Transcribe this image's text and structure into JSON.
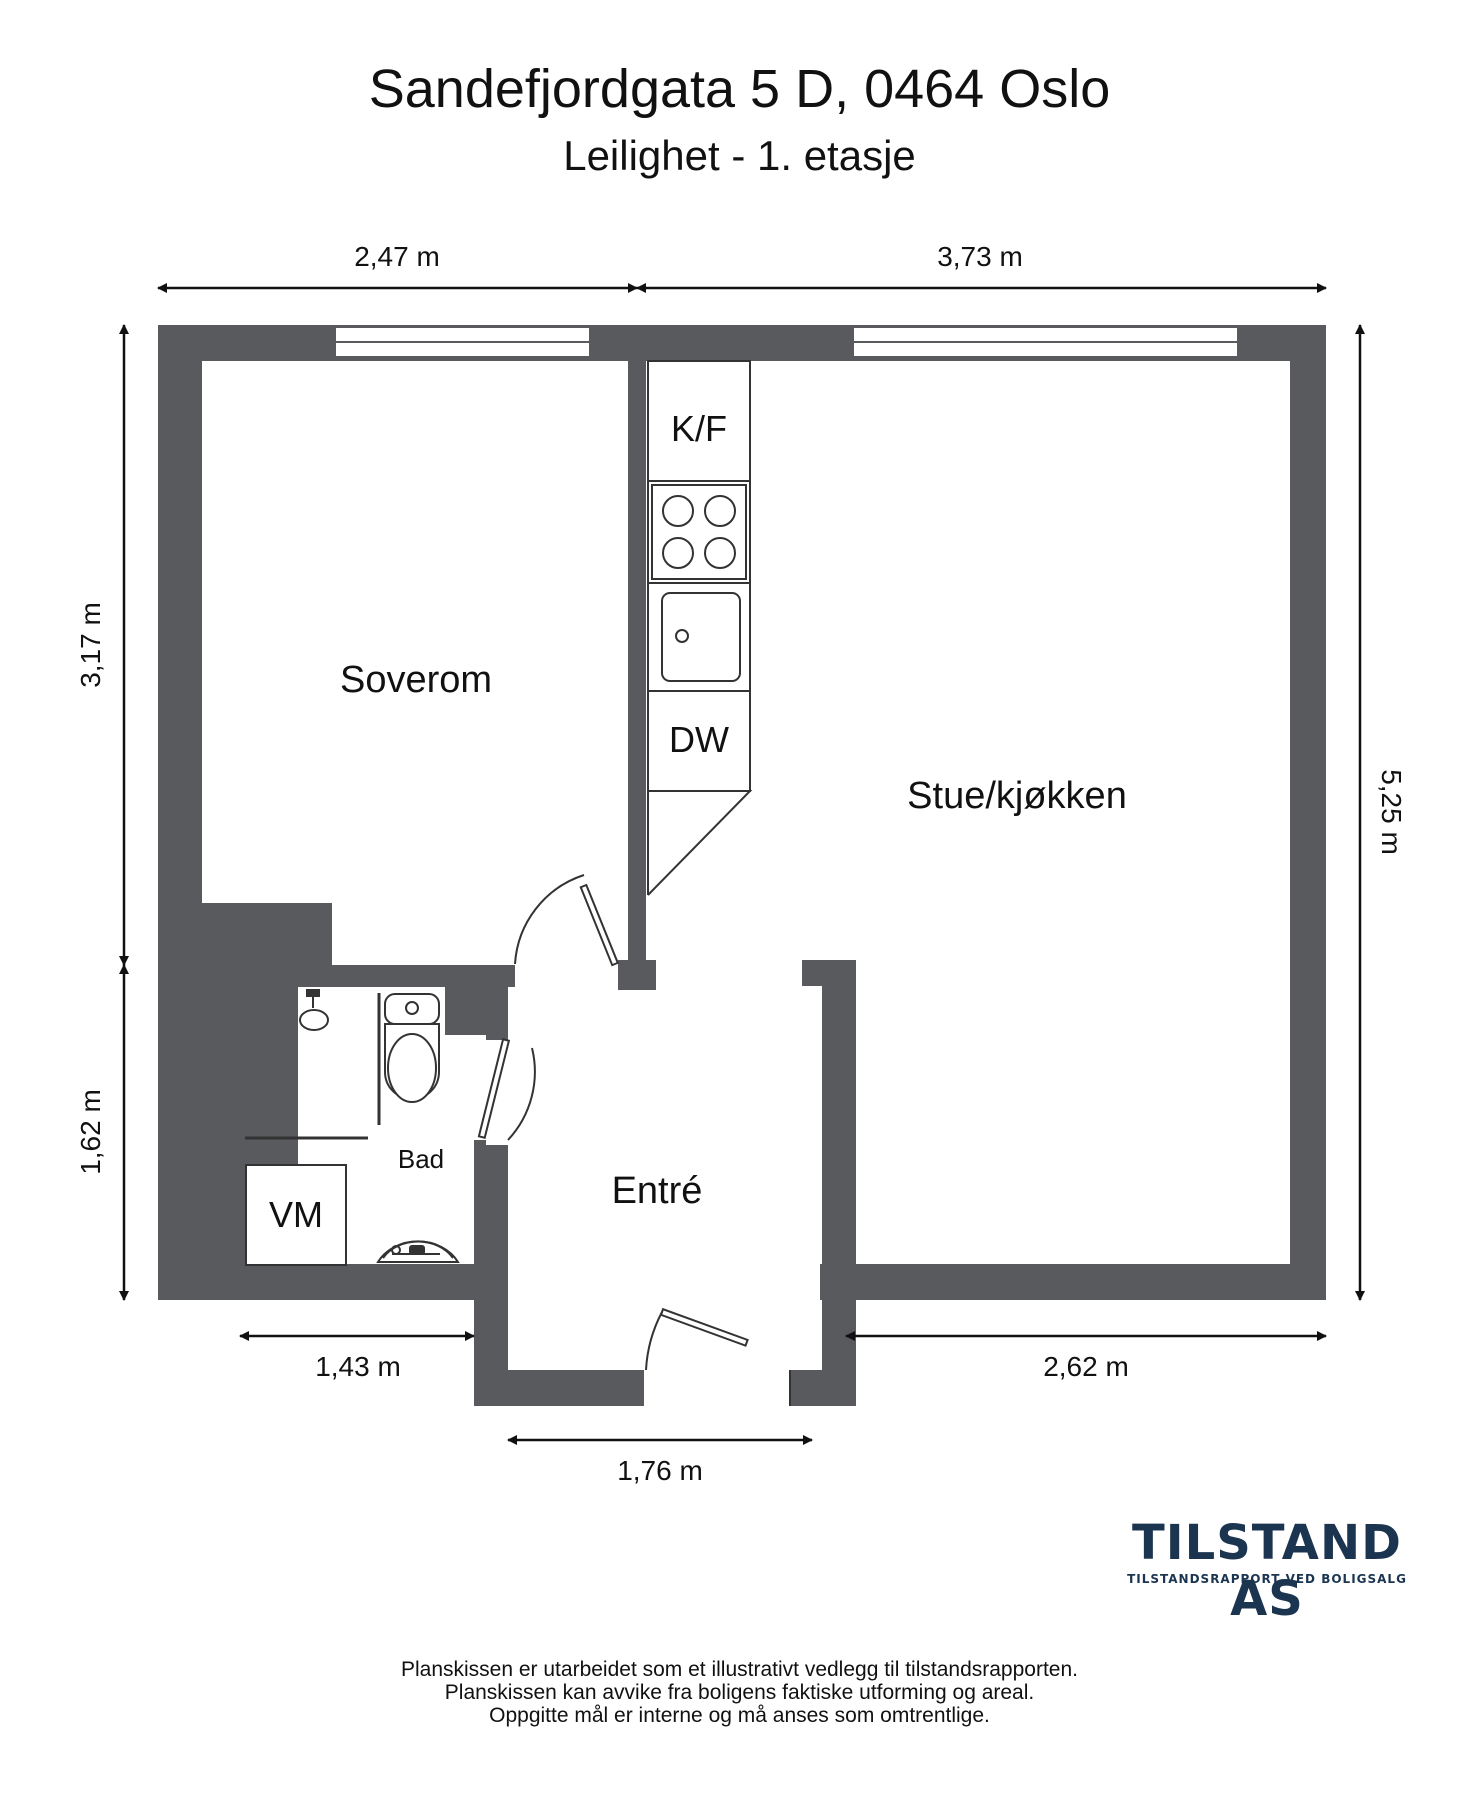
{
  "header": {
    "address": "Sandefjordgata 5 D, 0464 Oslo",
    "subtitle": "Leilighet - 1. etasje"
  },
  "dimensions": {
    "top_left": "2,47 m",
    "top_right": "3,73 m",
    "left_upper": "3,17 m",
    "left_lower": "1,62 m",
    "right": "5,25 m",
    "bottom_left": "1,43 m",
    "bottom_right": "2,62 m",
    "bottom_entry": "1,76 m"
  },
  "rooms": {
    "bedroom": "Soverom",
    "living_kitchen": "Stue/kjøkken",
    "bathroom": "Bad",
    "entrance": "Entré"
  },
  "appliances": {
    "fridge_freezer": "K/F",
    "dishwasher": "DW",
    "washing_machine": "VM"
  },
  "logo": {
    "name": "TILSTAND AS",
    "tagline": "TILSTANDSRAPPORT VED BOLIGSALG"
  },
  "disclaimer": [
    "Planskissen er utarbeidet som et illustrativt vedlegg til tilstandsrapporten.",
    "Planskissen kan avvike fra boligens faktiske utforming og areal.",
    "Oppgitte mål er interne og må anses som omtrentlige."
  ],
  "colors": {
    "wall": "#585a5e",
    "line": "#111111",
    "brand": "#1b3550"
  }
}
